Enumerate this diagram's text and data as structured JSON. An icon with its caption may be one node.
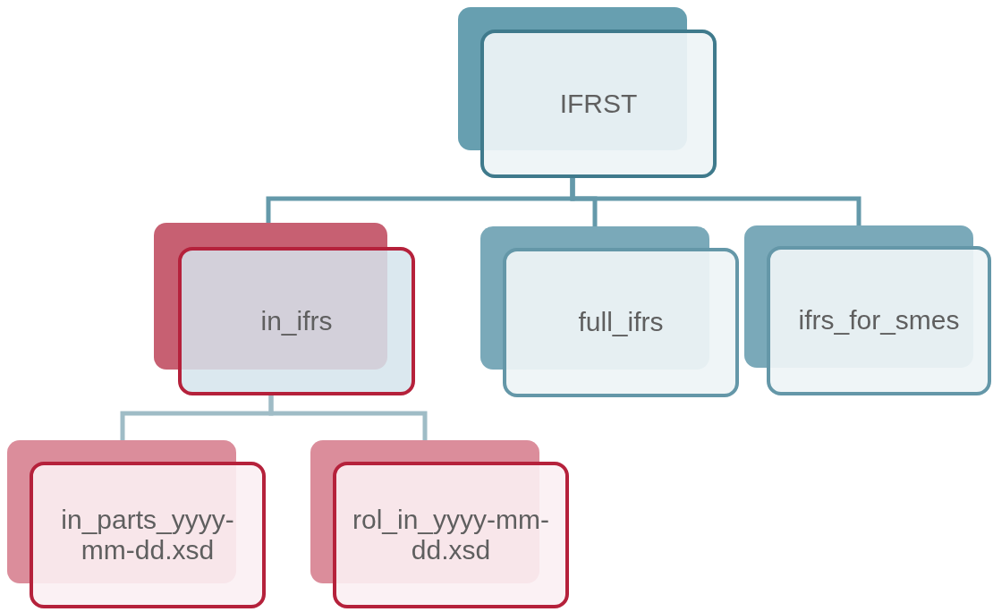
{
  "diagram": {
    "nodes": [
      {
        "text": [
          "IFRST"
        ]
      },
      {
        "text": [
          "in_ifrs"
        ]
      },
      {
        "text": [
          "full_ifrs"
        ]
      },
      {
        "text": [
          "ifrs_for_smes"
        ]
      },
      {
        "text": [
          "in_parts_yyyy-mm-dd.xsd"
        ]
      },
      {
        "text": [
          "rol_in_yyyy-mm-dd.xsd"
        ]
      }
    ],
    "edges": [
      {
        "from": 0,
        "to": 1,
        "arrow": "none"
      },
      {
        "from": 0,
        "to": 2,
        "arrow": "none"
      },
      {
        "from": 0,
        "to": 3,
        "arrow": "none"
      },
      {
        "from": 1,
        "to": 4,
        "arrow": "none",
        "color": "#9fbcc6"
      },
      {
        "from": 1,
        "to": 5,
        "arrow": "none",
        "color": "#9fbcc6"
      }
    ]
  }
}
